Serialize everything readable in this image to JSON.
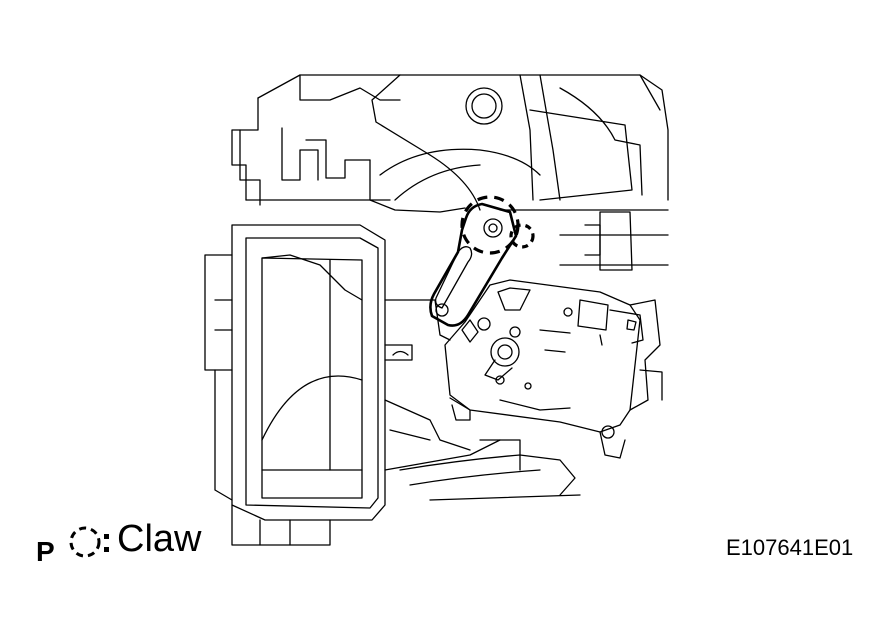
{
  "legend": {
    "marker_letter": "P",
    "symbol_icon": "dashed-circle-icon",
    "label": "Claw"
  },
  "figure_code": "E107641E01",
  "colors": {
    "line": "#000000",
    "background": "#ffffff"
  }
}
